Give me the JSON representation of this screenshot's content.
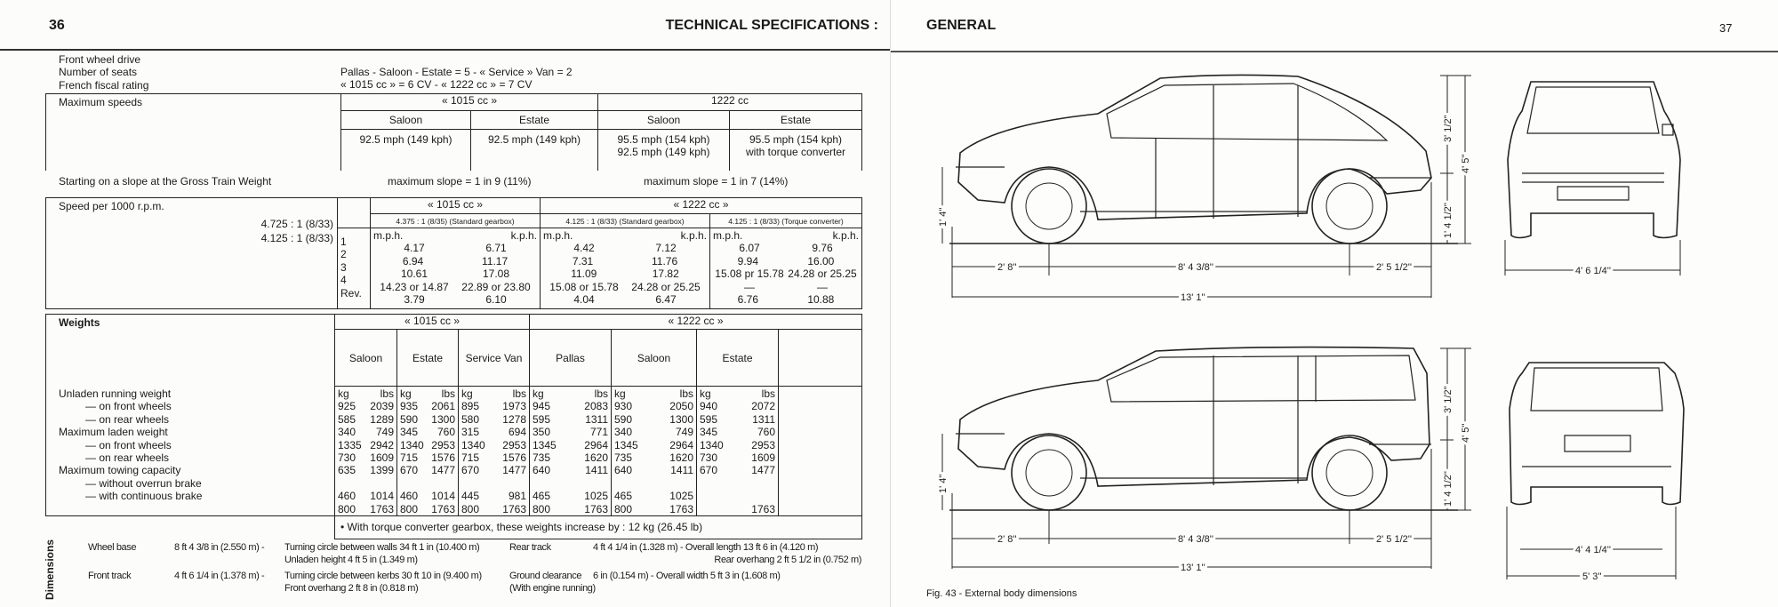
{
  "left_page": {
    "page_number": "36",
    "title": "TECHNICAL SPECIFICATIONS :",
    "intro": [
      {
        "label": "Front wheel drive",
        "value": ""
      },
      {
        "label": "Number of seats",
        "value": "Pallas - Saloon - Estate = 5 - « Service » Van = 2"
      },
      {
        "label": "French fiscal rating",
        "value": "« 1015 cc » = 6 CV - « 1222 cc » = 7 CV"
      }
    ],
    "max_speeds": {
      "label": "Maximum speeds",
      "engine_1015": "« 1015 cc »",
      "engine_1222": "1222 cc",
      "headers": [
        "Saloon",
        "Estate",
        "Saloon",
        "Estate"
      ],
      "values": [
        "92.5 mph (149 kph)",
        "92.5 mph (149 kph)",
        "95.5 mph (154 kph)\n92.5 mph (149 kph)",
        "95.5 mph (154 kph)\nwith torque converter"
      ]
    },
    "slope": {
      "label": "Starting on a slope at the Gross Train Weight",
      "v1015": "maximum slope = 1 in 9 (11%)",
      "v1222": "maximum slope = 1 in 7 (14%)"
    },
    "speed_per_rpm": {
      "label": "Speed per 1000 r.p.m.",
      "ratio_a": "4.725 : 1 (8/33)",
      "ratio_b": "4.125 : 1 (8/33)",
      "engine_1015": "« 1015 cc »",
      "engine_1222": "« 1222 cc »",
      "gears": [
        "1",
        "2",
        "3",
        "4",
        "Rev."
      ],
      "columns": [
        {
          "gearbox": "4.375 : 1 (8/35) (Standard gearbox)",
          "units": [
            "m.p.h.",
            "k.p.h."
          ],
          "rows": [
            [
              "4.17",
              "6.71"
            ],
            [
              "6.94",
              "11.17"
            ],
            [
              "10.61",
              "17.08"
            ],
            [
              "14.23 or 14.87",
              "22.89 or 23.80"
            ],
            [
              "3.79",
              "6.10"
            ]
          ]
        },
        {
          "gearbox": "4.125 : 1 (8/33) (Standard gearbox)",
          "units": [
            "m.p.h.",
            "k.p.h."
          ],
          "rows": [
            [
              "4.42",
              "7.12"
            ],
            [
              "7.31",
              "11.76"
            ],
            [
              "11.09",
              "17.82"
            ],
            [
              "15.08 or 15.78",
              "24.28 or 25.25"
            ],
            [
              "4.04",
              "6.47"
            ]
          ]
        },
        {
          "gearbox": "4.125 : 1 (8/33) (Torque converter)",
          "units": [
            "m.p.h.",
            "k.p.h."
          ],
          "rows": [
            [
              "6.07",
              "9.76"
            ],
            [
              "9.94",
              "16.00"
            ],
            [
              "15.08 pr 15.78",
              "24.28 or 25.25"
            ],
            [
              "—",
              "—"
            ],
            [
              "6.76",
              "10.88"
            ]
          ]
        }
      ]
    },
    "weights": {
      "label": "Weights",
      "engine_1015": "« 1015 cc »",
      "engine_1222": "« 1222 cc »",
      "units": [
        "kg",
        "lbs"
      ],
      "rows": [
        "Unladen running weight",
        "— on front wheels",
        "— on rear wheels",
        "Maximum laden weight",
        "— on front wheels",
        "— on rear wheels",
        "Maximum towing capacity",
        "— without overrun brake",
        "— with continuous brake"
      ],
      "columns": [
        {
          "name": "Saloon",
          "kg": [
            "925",
            "585",
            "340",
            "1335",
            "730",
            "635",
            "",
            "460",
            "800"
          ],
          "lbs": [
            "2039",
            "1289",
            "749",
            "2942",
            "1609",
            "1399",
            "",
            "1014",
            "1763"
          ]
        },
        {
          "name": "Estate",
          "kg": [
            "935",
            "590",
            "345",
            "1340",
            "715",
            "670",
            "",
            "460",
            "800"
          ],
          "lbs": [
            "2061",
            "1300",
            "760",
            "2953",
            "1576",
            "1477",
            "",
            "1014",
            "1763"
          ]
        },
        {
          "name": "Service Van",
          "kg": [
            "895",
            "580",
            "315",
            "1340",
            "715",
            "670",
            "",
            "445",
            "800"
          ],
          "lbs": [
            "1973",
            "1278",
            "694",
            "2953",
            "1576",
            "1477",
            "",
            "981",
            "1763"
          ]
        },
        {
          "name": "Pallas",
          "kg": [
            "945",
            "595",
            "350",
            "1345",
            "735",
            "640",
            "",
            "465",
            "800"
          ],
          "lbs": [
            "2083",
            "1311",
            "771",
            "2964",
            "1620",
            "1411",
            "",
            "1025",
            "1763"
          ]
        },
        {
          "name": "Saloon",
          "kg": [
            "930",
            "590",
            "340",
            "1345",
            "735",
            "640",
            "",
            "465",
            "800"
          ],
          "lbs": [
            "2050",
            "1300",
            "749",
            "2964",
            "1620",
            "1411",
            "",
            "1025",
            "1763"
          ]
        },
        {
          "name": "Estate",
          "kg": [
            "940",
            "595",
            "345",
            "1340",
            "730",
            "670",
            "",
            "",
            ""
          ],
          "lbs": [
            "2072",
            "1311",
            "760",
            "2953",
            "1609",
            "1477",
            "",
            "",
            "1763"
          ]
        }
      ],
      "footnote": "• With torque converter gearbox, these weights increase by : 12 kg (26.45 lb)"
    },
    "dimensions": {
      "heading": "Dimensions",
      "wheel_base_label": "Wheel base",
      "wheel_base_value": "8 ft 4 3/8 in (2.550 m) -",
      "turning_walls": "Turning circle between walls 34 ft 1 in (10.400 m)",
      "unladen_height": "Unladen height 4 ft 5 in (1.349 m)",
      "rear_track_label": "Rear track",
      "rear_track_value": "4 ft 4 1/4 in (1.328 m) -  Overall length 13 ft 6 in (4.120 m)",
      "rear_overhang": "Rear overhang 2 ft 5 1/2 in (0.752 m)",
      "front_track_label": "Front track",
      "front_track_value": "4 ft 6 1/4 in (1.378 m) -",
      "turning_kerbs": "Turning circle between kerbs 30 ft 10 in (9.400 m)",
      "front_overhang": "Front overhang 2 ft 8 in (0.818 m)",
      "ground_label": "Ground clearance",
      "ground_value": "6 in (0.154 m) - Overall width 5 ft 3 in (1.608 m)",
      "ground_note": "(With engine running)"
    }
  },
  "right_page": {
    "title": "GENERAL",
    "page_number": "37",
    "caption": "Fig. 43 - External body dimensions",
    "saloon": {
      "bumper_h": "1' 4''",
      "roof_upper": "3' 1/2''",
      "overall_h": "4' 5''",
      "lower_h": "1' 4 1/2''",
      "front_overhang": "2' 8''",
      "wheelbase": "8' 4 3/8''",
      "rear_overhang": "2' 5 1/2''",
      "length": "13' 1''",
      "front_track": "4' 6 1/4''"
    },
    "estate": {
      "bumper_h": "1' 4''",
      "roof_upper": "3' 1/2''",
      "overall_h": "4' 5''",
      "lower_h": "1' 4 1/2''",
      "front_overhang": "2' 8''",
      "wheelbase": "8' 4 3/8''",
      "rear_overhang": "2' 5 1/2''",
      "length": "13' 1''",
      "rear_track": "4' 4 1/4''",
      "width": "5' 3''"
    }
  }
}
